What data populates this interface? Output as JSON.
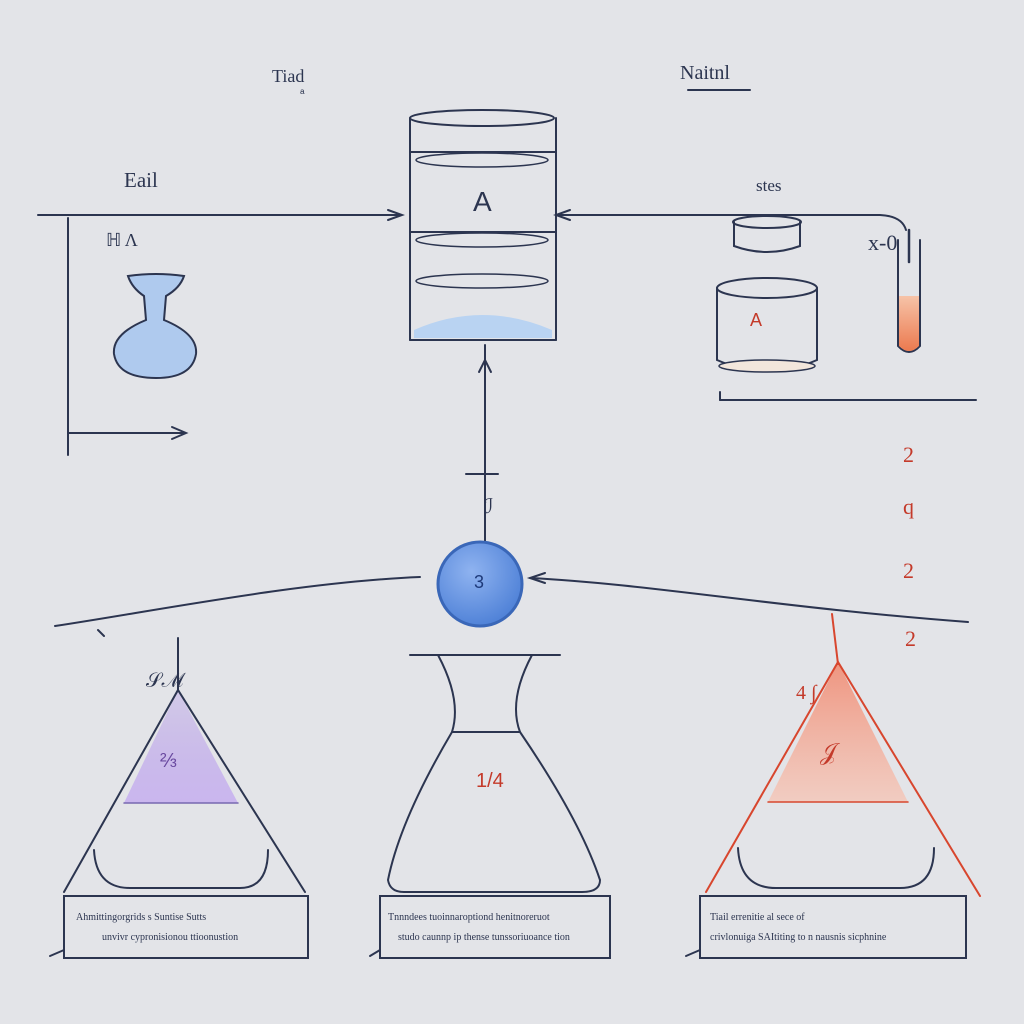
{
  "labels": {
    "top_left": "Tiad",
    "top_left_sub": "ᵃ",
    "top_right": "Naitnl",
    "left_side": "Eail",
    "right_side": "stes",
    "tank": "A",
    "left_marks": "ℍ    Λ",
    "tube_mark": "x-0",
    "stem_mark": "ℐ",
    "ball": "3",
    "left_tri_top": "𝒮ℳ",
    "left_tri_inner": "⅔",
    "center_flask": "1/4",
    "right_tri_top": "4 ∫",
    "right_tri_inner": "𝒥",
    "jar_mark": "A",
    "right_col": [
      "2",
      "q",
      "2",
      "2"
    ]
  },
  "captions": {
    "left": [
      "Ahmittingorgrids s Suntise Sutts",
      "unvivr cypronisionou ttioonustion"
    ],
    "center": [
      "Tnnndees tuoinnaroptiond henitnoreruot",
      "studo caunnp ip thense tunssoriuoance tion"
    ],
    "right": [
      "Tiail   errenitie   al   sece   of",
      "crivlonuiga SAItiting to n nausnis sicphnine"
    ]
  },
  "colors": {
    "line": "#2c3550",
    "blue_fill": "#a9c6ee",
    "ball": "#5b8ee0",
    "purple_fill": "#c7b2ea",
    "red_fill": "#f2aa97",
    "red_line": "#d8462e",
    "tube_fill": "#ef8a5e"
  }
}
